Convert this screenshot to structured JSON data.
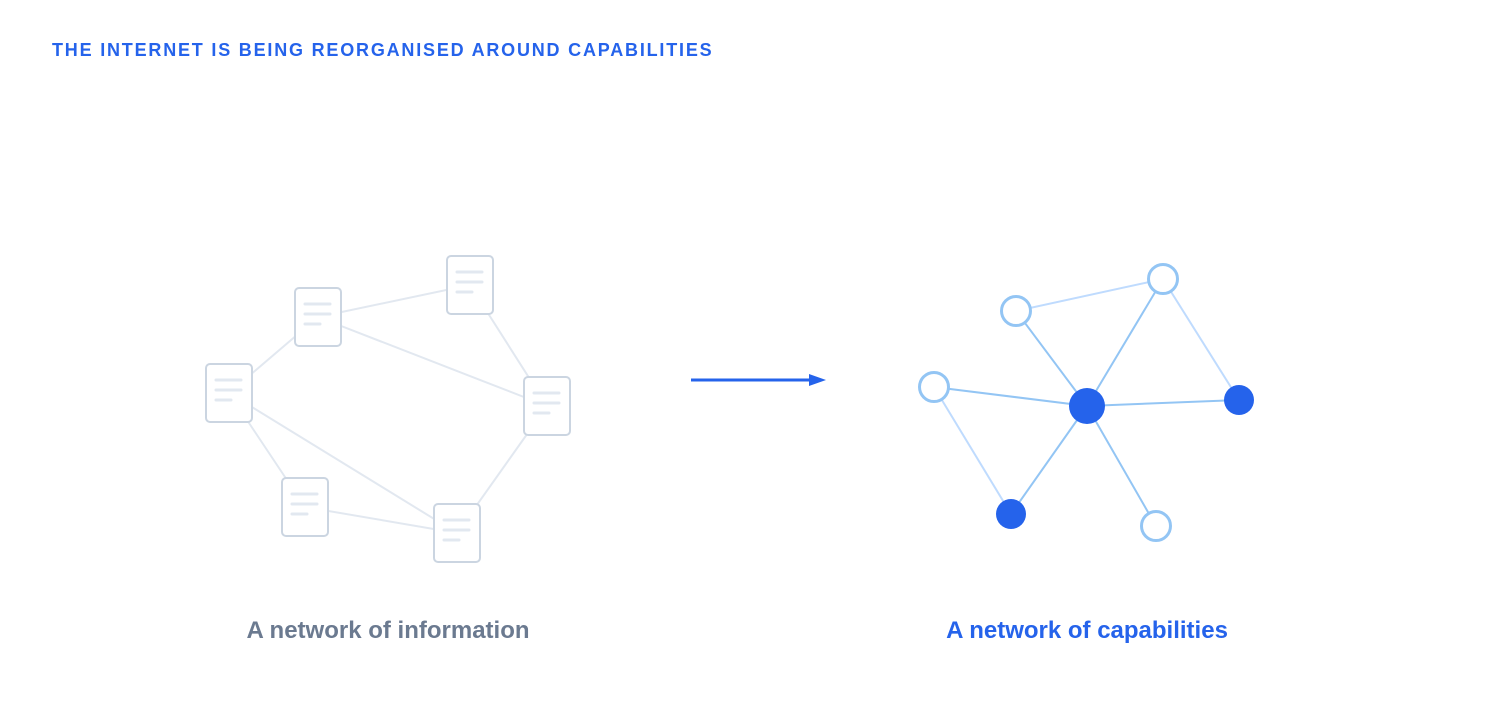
{
  "heading": "THE INTERNET IS BEING REORGANISED AROUND CAPABILITIES",
  "captions": {
    "left": "A network of information",
    "right": "A network of capabilities"
  },
  "colors": {
    "accent": "#2563eb",
    "accent_light": "#93c5f4",
    "muted_text": "#6b7a90",
    "document_stroke": "#cbd5e1",
    "document_line": "#e2e8f0"
  },
  "icons": {
    "left_nodes": "document-icon",
    "right_nodes": "network-node-icon",
    "transition": "arrow-right-icon"
  }
}
